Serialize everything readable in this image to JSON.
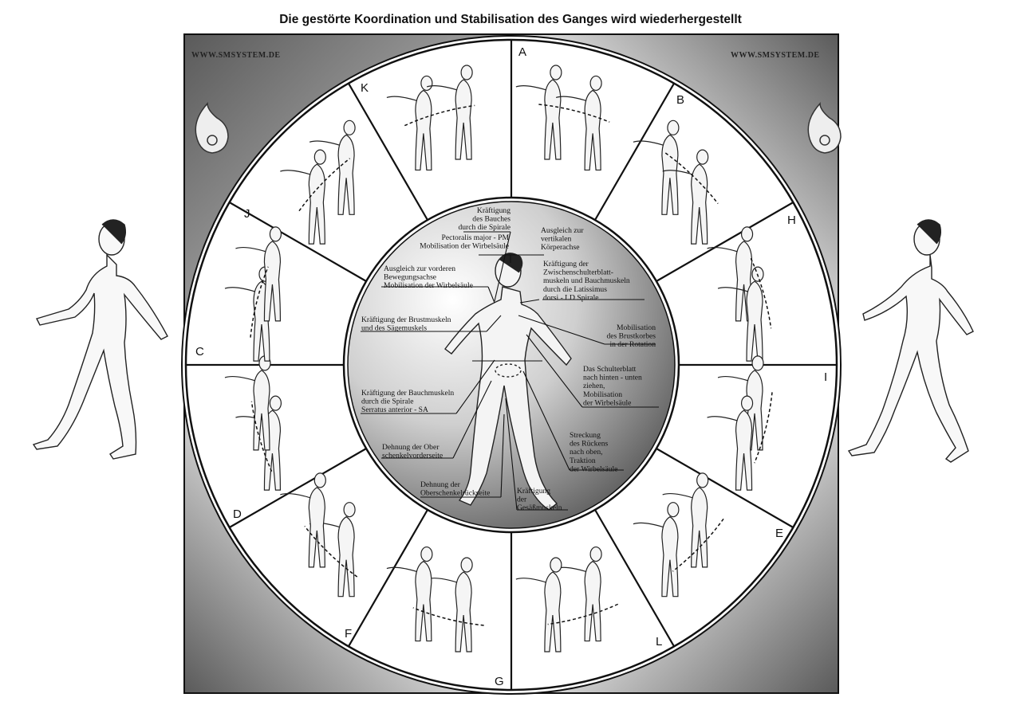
{
  "title": "Die gestörte Koordination und Stabilisation des Ganges wird wiederhergestellt",
  "website_left": "WWW.SMSYSTEM.DE",
  "website_right": "WWW.SMSYSTEM.DE",
  "segments": [
    "A",
    "B",
    "H",
    "I",
    "E",
    "L",
    "G",
    "F",
    "D",
    "C",
    "J",
    "K"
  ],
  "center_labels": {
    "bauch_spirale": [
      "Kräftigung",
      "des Bauches",
      "durch die Spirale"
    ],
    "pectoralis": [
      "Pectoralis major - PM",
      "Mobilisation der Wirbelsäule"
    ],
    "vertikal": [
      "Ausgleich zur",
      "vertikalen",
      "Körperachse"
    ],
    "vordere_achse": [
      "Ausgleich zur vorderen",
      "Bewegungsachse",
      "Mobilisation der Wirbelsäule"
    ],
    "zwischenschulter": [
      "Kräftigung der",
      "Zwischenschulterblatt-",
      "muskeln und Bauchmuskeln",
      "durch die Latissimus",
      "dorsi - LD Spirale"
    ],
    "brustmuskeln": [
      "Kräftigung der Brustmuskeln",
      "und des Sägemuskels"
    ],
    "brustkorb": [
      "Mobilisation",
      "des Brustkorbes",
      "in der Rotation"
    ],
    "schulterblatt": [
      "Das Schulterblatt",
      "nach hinten - unten",
      "ziehen,",
      "Mobilisation",
      "der Wirbelsäule"
    ],
    "bauchmuskeln": [
      "Kräftigung der Bauchmuskeln",
      "durch die Spirale",
      "Serratus anterior - SA"
    ],
    "ober_vorderseite": [
      "Dehnung  der Ober",
      "schenkelvorderseite"
    ],
    "rueckens": [
      "Streckung",
      "des Rückens",
      "nach oben,",
      "Traktion",
      "der Wirbelsäule"
    ],
    "oberschenkel_rueck": [
      "Dehnung der",
      "Oberschenkelrückseite"
    ],
    "gesaess": [
      "Kräftigung",
      "der",
      "Gesäßmuskeln"
    ]
  }
}
